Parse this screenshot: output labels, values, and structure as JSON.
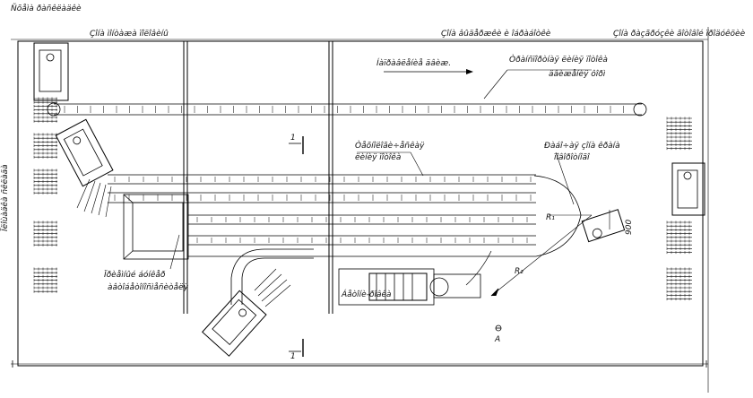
{
  "header_label": "Ñõåìà ðàñêëàäêè",
  "zones": {
    "left": "Çîíà ìîíòàæà ïîëîâèíû",
    "middle": "Çîíà âûäåðæêè è îáðàáîòêè",
    "right": "Çîíà ðàçãðóçêè ãîòîâîé ïðîäóêöèè"
  },
  "left_vertical_label": "Ïëîùàäêà ñêëàäà",
  "direction_label": "Íàïðàâëåíèå äâèæ.",
  "labels": {
    "conveyor_main": [
      "Òðàíñïîðòíàÿ ëèíèÿ ïîòîêà",
      "äâèæåíèÿ ôîðì"
    ],
    "conveyor_mid": [
      "Òåõíîëîãè÷åñêàÿ",
      "ëèíèÿ ïîòîêà"
    ],
    "crane_zone": [
      "Ðàáî÷àÿ çîíà êðàíà",
      "ïîâîðîòíîãî"
    ],
    "pit_zone": [
      "Ïðèåìíûé áóíêåð",
      "àâòîáåòîíîñìåñèòåëÿ"
    ],
    "bunker_label": "Áåòîíè-ðîâêà",
    "radius_small": "R₁",
    "radius_large": "R₂",
    "dimension_900": "900",
    "section_marker": "1",
    "section_marker_bottom": "1",
    "point_a": "A"
  }
}
